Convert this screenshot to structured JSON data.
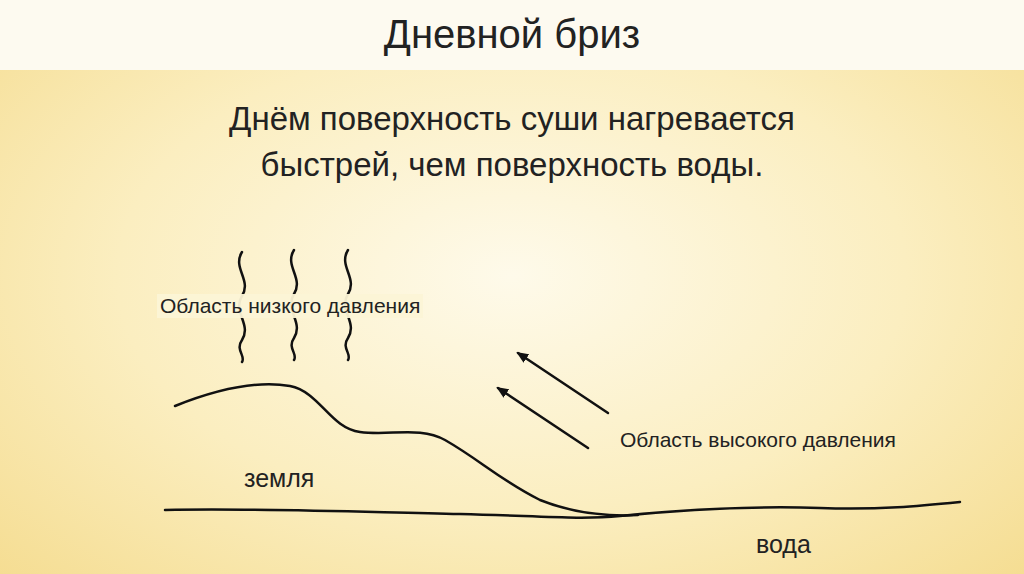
{
  "diagram": {
    "title": "Дневной бриз",
    "labels": [
      "Днём поверхность суши нагревается быстрей, чем поверхность воды.",
      "Область низкого давления",
      "Область высокого давления",
      "земля",
      "вода"
    ]
  }
}
